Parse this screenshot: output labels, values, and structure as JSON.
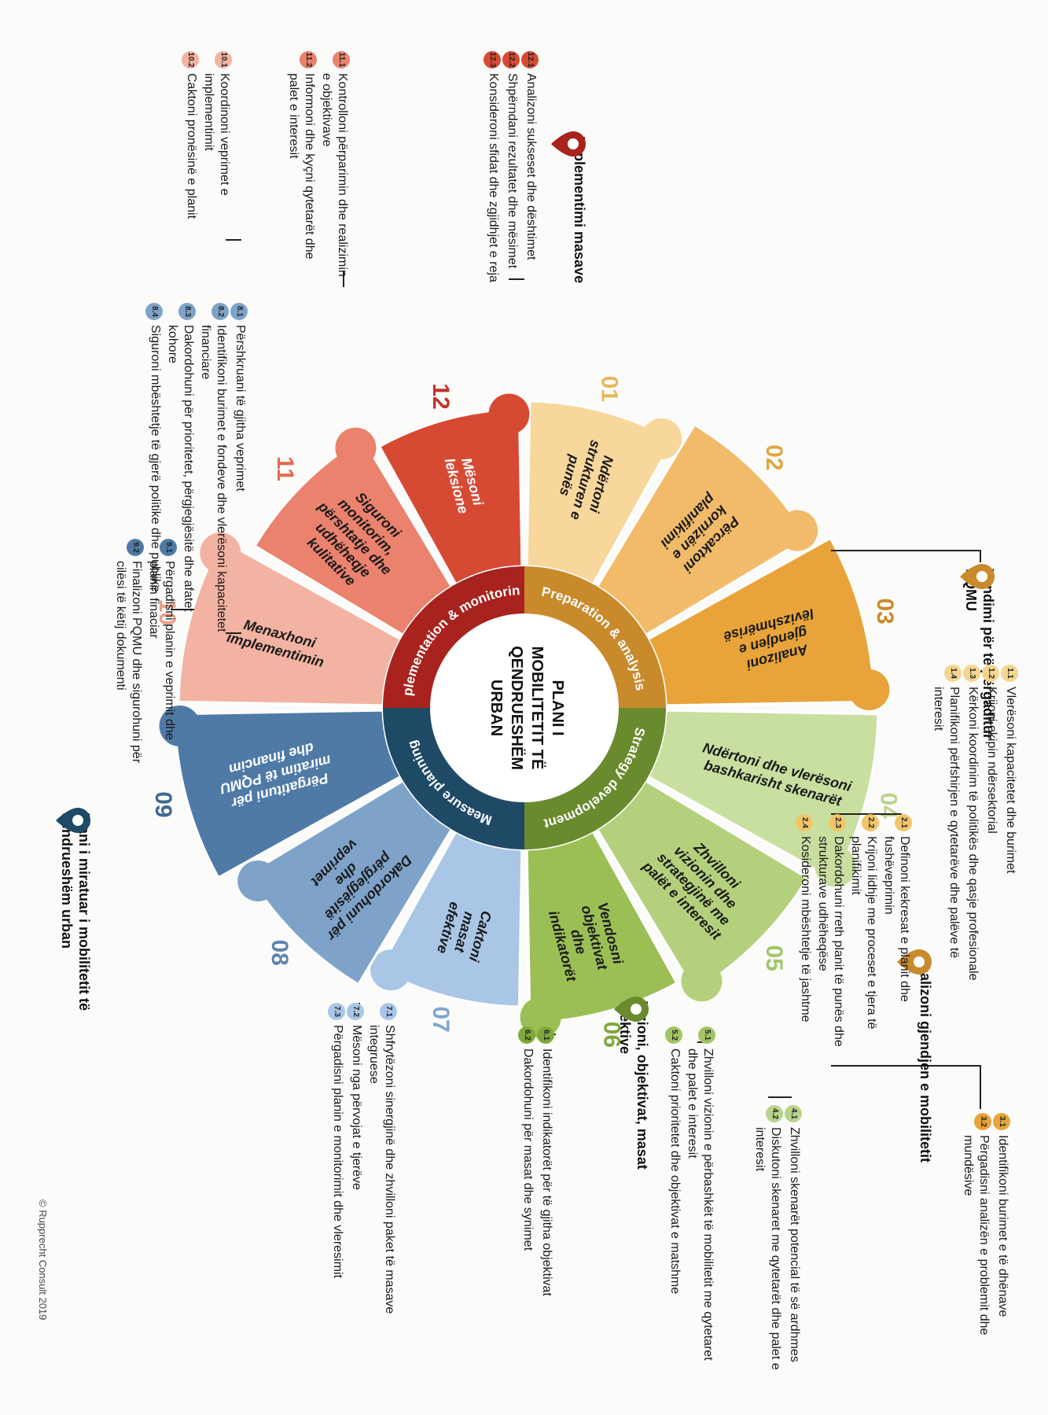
{
  "center": {
    "title_lines": [
      "PLANI I",
      "MOBILITETIT TË",
      "QENDRUESHËM",
      "URBAN"
    ]
  },
  "phases": [
    {
      "id": "preparation",
      "label": "Preparation & analysis",
      "color": "#c98a2c"
    },
    {
      "id": "strategy",
      "label": "Strategy development",
      "color": "#6a8a2e"
    },
    {
      "id": "measure",
      "label": "Measure planning",
      "color": "#1f4a66"
    },
    {
      "id": "implementation",
      "label": "Implementation & monitoring",
      "color": "#a8231e"
    }
  ],
  "segments": [
    {
      "num": "01",
      "lines": [
        "Ndërtoni",
        "strukturen e",
        "punës"
      ],
      "color": "#f7d79c",
      "num_color": "#e6b85a"
    },
    {
      "num": "02",
      "lines": [
        "Përcaktoni",
        "kornizën e",
        "planifikimi"
      ],
      "color": "#f1bb6a",
      "num_color": "#e0a640"
    },
    {
      "num": "03",
      "lines": [
        "Analizoni",
        "gjendjen e",
        "lëvizshmërisë"
      ],
      "color": "#e8a43a",
      "num_color": "#c98a2c"
    },
    {
      "num": "04",
      "lines": [
        "Ndërtoni dhe vlerësoni",
        "bashkarisht skenarët"
      ],
      "color": "#c8dfa0",
      "num_color": "#b9d48a"
    },
    {
      "num": "05",
      "lines": [
        "Zhvilloni",
        "vizionin dhe",
        "strategjinë me",
        "palët e interesit"
      ],
      "color": "#b4d07c",
      "num_color": "#a3c565"
    },
    {
      "num": "06",
      "lines": [
        "Vendosni",
        "objektivat",
        "dhe",
        "indikatorët"
      ],
      "color": "#9cbf55",
      "num_color": "#7fa83a"
    },
    {
      "num": "07",
      "lines": [
        "Caktoni",
        "masat",
        "efektive"
      ],
      "color": "#a9c6e6",
      "num_color": "#7fa6d0"
    },
    {
      "num": "08",
      "lines": [
        "Dakordohuni për",
        "përgjegjësitë",
        "dhe",
        "veprimet"
      ],
      "color": "#7fa3c8",
      "num_color": "#5b84b0"
    },
    {
      "num": "09",
      "lines": [
        "Përgatituni për",
        "miratim të PQMU",
        "dhe financim"
      ],
      "color": "#4f7aa6",
      "num_color": "#3f6a94"
    },
    {
      "num": "10",
      "lines": [
        "Menaxhoni",
        "implementimin"
      ],
      "color": "#f3b3a3",
      "num_color": "#eaa08c"
    },
    {
      "num": "11",
      "lines": [
        "Siguroni",
        "monitorim,",
        "përshtatje dhe",
        "udhëheqje",
        "kulitative"
      ],
      "color": "#ea826e",
      "num_color": "#e26a54"
    },
    {
      "num": "12",
      "lines": [
        "Mësoni",
        "leksione"
      ],
      "color": "#d64a34",
      "num_color": "#c0362a"
    }
  ],
  "milestones": [
    {
      "id": "m1",
      "lines": [
        "Vendimi për të përgaditur",
        "PQMU"
      ],
      "pin_color": "#c98a2c"
    },
    {
      "id": "m2",
      "lines": [
        "Analizoni gjendjen e mobilitetit"
      ],
      "pin_color": "#c98a2c"
    },
    {
      "id": "m3",
      "lines": [
        "Vizioni, objektivat, masat",
        "efektive"
      ],
      "pin_color": "#6a8a2e"
    },
    {
      "id": "m4",
      "lines": [
        "Plani i miratuar i mobilitetit të",
        "qendrueshëm urban"
      ],
      "pin_color": "#1f4a66"
    },
    {
      "id": "m5",
      "lines": [
        "Implementimi masave"
      ],
      "pin_color": "#a8231e"
    }
  ],
  "steps": {
    "s1": [
      {
        "id": "1.1",
        "text": "Vlerësoni kapacitetet dhe burimet"
      },
      {
        "id": "1.2",
        "text": "Krijoni ekipin ndërsektorial"
      },
      {
        "id": "1.3",
        "text": "Kërkoni koordinim të politikës dhe qasje profesionale"
      },
      {
        "id": "1.4",
        "text": "Planifikoni përfshirjen e qytetarëve dhe palëve të interesit"
      }
    ],
    "s2": [
      {
        "id": "2.1",
        "text": "Definoni kekresat e planit dhe fushëveprimin"
      },
      {
        "id": "2.2",
        "text": "Krijoni lidhje me proceset e tjera të planifikimit"
      },
      {
        "id": "2.3",
        "text": "Dakordohuni rreth planit të punës dhe strukturave udhëheqëse"
      },
      {
        "id": "2.4",
        "text": "Kosideroni mbështetje të jashtme"
      }
    ],
    "s3": [
      {
        "id": "3.1",
        "text": "Identifikoni burimet e të dhënave"
      },
      {
        "id": "3.2",
        "text": "Përgadisni analizën e problemit dhe mundësive"
      }
    ],
    "s4": [
      {
        "id": "4.1",
        "text": "Zhvilloni skenarët potencial të së ardhmes"
      },
      {
        "id": "4.2",
        "text": "Diskutoni skenaret me qytetarët dhe palet e interesit"
      }
    ],
    "s5": [
      {
        "id": "5.1",
        "text": "Zhvilloni vizionin e përbashkët të mobilitetit me qytetaret dhe palet e interesit"
      },
      {
        "id": "5.2",
        "text": "Caktoni prioritetet dhe objektivat e matshme"
      }
    ],
    "s6": [
      {
        "id": "6.1",
        "text": "Identifikoni indikatorët për të gjitha objektivat"
      },
      {
        "id": "6.2",
        "text": "Dakordohuni për masat dhe synimet"
      }
    ],
    "s7": [
      {
        "id": "7.1",
        "text": "Shfrytëzoni sinergjinë dhe zhvilloni paket të masave integruese"
      },
      {
        "id": "7.2",
        "text": "Mësoni nga përvojat e tjerëve"
      },
      {
        "id": "7.3",
        "text": "Përgadisni planin e monitorimit dhe vleresimit"
      }
    ],
    "s8": [
      {
        "id": "8.1",
        "text": "Përshkruani të gjitha veprimet"
      },
      {
        "id": "8.2",
        "text": "Identifikoni burimet e fondeve dhe vlerësoni kapacitetet financiare"
      },
      {
        "id": "8.3",
        "text": "Dakordohuni për prioritetet, përgjegjësitë dhe afatet kohore"
      },
      {
        "id": "8.4",
        "text": "Siguroni mbështetje të gjerë politike dhe publike"
      }
    ],
    "s9": [
      {
        "id": "9.1",
        "text": "Përgadisni planin e veprimit dhe planin finaciar"
      },
      {
        "id": "9.2",
        "text": "Finalizoni PQMU dhe sigurohuni për cilësi të këtij dokumenti"
      }
    ],
    "s10": [
      {
        "id": "10.1",
        "text": "Koordinoni veprimet e implementimit"
      },
      {
        "id": "10.2",
        "text": "Caktoni pronësinë e planit"
      }
    ],
    "s11": [
      {
        "id": "11.1",
        "text": "Kontrolloni përparimin dhe realizimin e objektivave"
      },
      {
        "id": "11.2",
        "text": "Informoni dhe kyçni qytetarët dhe palet e interesit"
      }
    ],
    "s12": [
      {
        "id": "12.1",
        "text": "Analizoni sukseset dhe dështimet"
      },
      {
        "id": "12.2",
        "text": "Shpërndani rezultatet dhe mësimet"
      },
      {
        "id": "12.3",
        "text": "Konsideroni sfidat dhe zgjidhjet e reja"
      }
    ]
  },
  "copyright": "© Rupprecht Consult 2019"
}
